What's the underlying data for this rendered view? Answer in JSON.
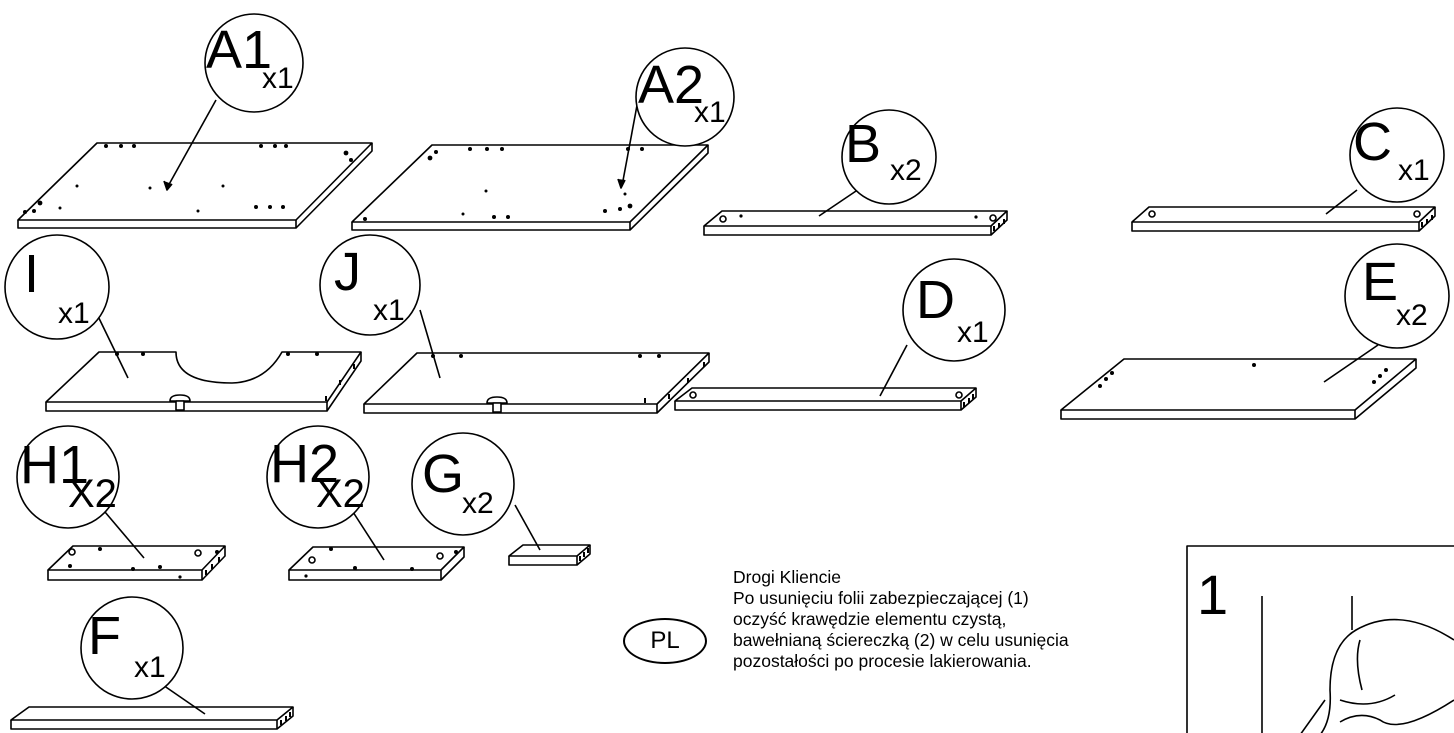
{
  "parts": {
    "A1": {
      "label": "A1",
      "qty": "x1"
    },
    "A2": {
      "label": "A2",
      "qty": "x1"
    },
    "B": {
      "label": "B",
      "qty": "x2"
    },
    "C": {
      "label": "C",
      "qty": "x1"
    },
    "I": {
      "label": "I",
      "qty": "x1"
    },
    "J": {
      "label": "J",
      "qty": "x1"
    },
    "D": {
      "label": "D",
      "qty": "x1"
    },
    "E": {
      "label": "E",
      "qty": "x2"
    },
    "H1": {
      "label": "H1",
      "qty": "X2"
    },
    "H2": {
      "label": "H2",
      "qty": "X2"
    },
    "G": {
      "label": "G",
      "qty": "x2"
    },
    "F": {
      "label": "F",
      "qty": "x1"
    }
  },
  "language_badge": "PL",
  "note": {
    "lines": [
      "Drogi Kliencie",
      "Po usunięciu folii zabezpieczającej (1)",
      "oczyść krawędzie elementu czystą,",
      "bawełnianą ściereczką (2) w celu usunięcia",
      "pozostałości po procesie lakierowania."
    ]
  },
  "step_panel": {
    "number": "1"
  }
}
